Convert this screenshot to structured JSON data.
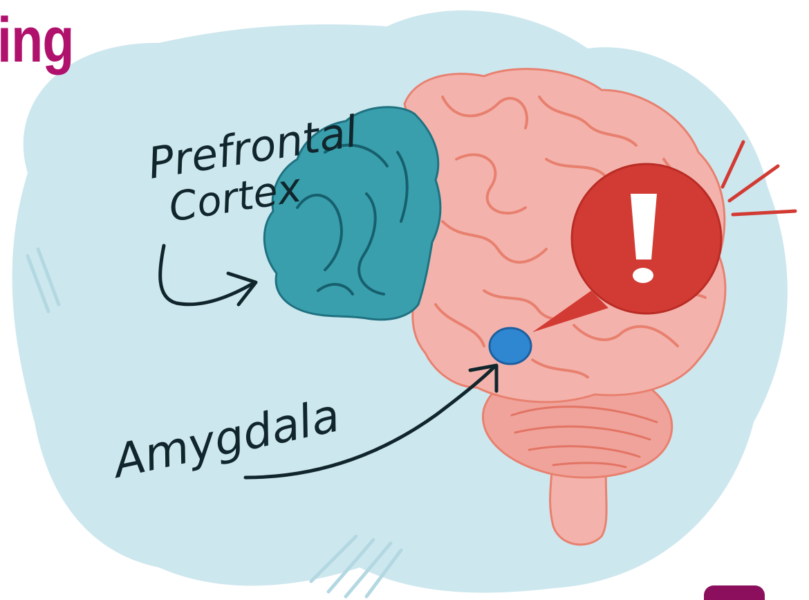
{
  "header": {
    "title_fragment": "ing"
  },
  "diagram": {
    "labels": {
      "prefrontal_line1": "Prefrontal",
      "prefrontal_line2": "Cortex",
      "amygdala": "Amygdala"
    },
    "alert_symbol": "!",
    "colors": {
      "title": "#b0116d",
      "backdrop": "#cde7ee",
      "brain_pink": "#f3b3ac",
      "brain_lines": "#e8806f",
      "prefrontal_teal": "#3a9fad",
      "prefrontal_lines": "#16606e",
      "amygdala_blue": "#2f86d1",
      "alert_red": "#d23b33",
      "ink": "#10262c",
      "brand": "#8b0f5c"
    }
  }
}
